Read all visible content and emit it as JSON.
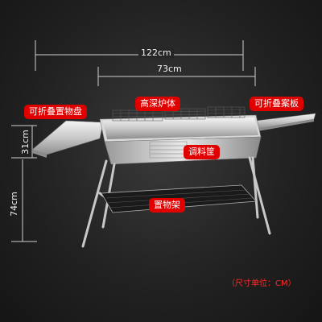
{
  "dimensions": {
    "total_width": "122cm",
    "body_width": "73cm",
    "body_height": "31cm",
    "leg_height": "74cm"
  },
  "labels": {
    "fold_tray_left": "可折叠置物盘",
    "deep_body": "高深炉体",
    "fold_board_right": "可折叠案板",
    "seasoning_basket": "调料筐",
    "shelf": "置物架"
  },
  "unit_note": "（尺寸单位：CM）",
  "colors": {
    "label_bg": "#e10000",
    "unit_note": "#ff2a2a",
    "dimension_line": "#cfcfcf"
  }
}
